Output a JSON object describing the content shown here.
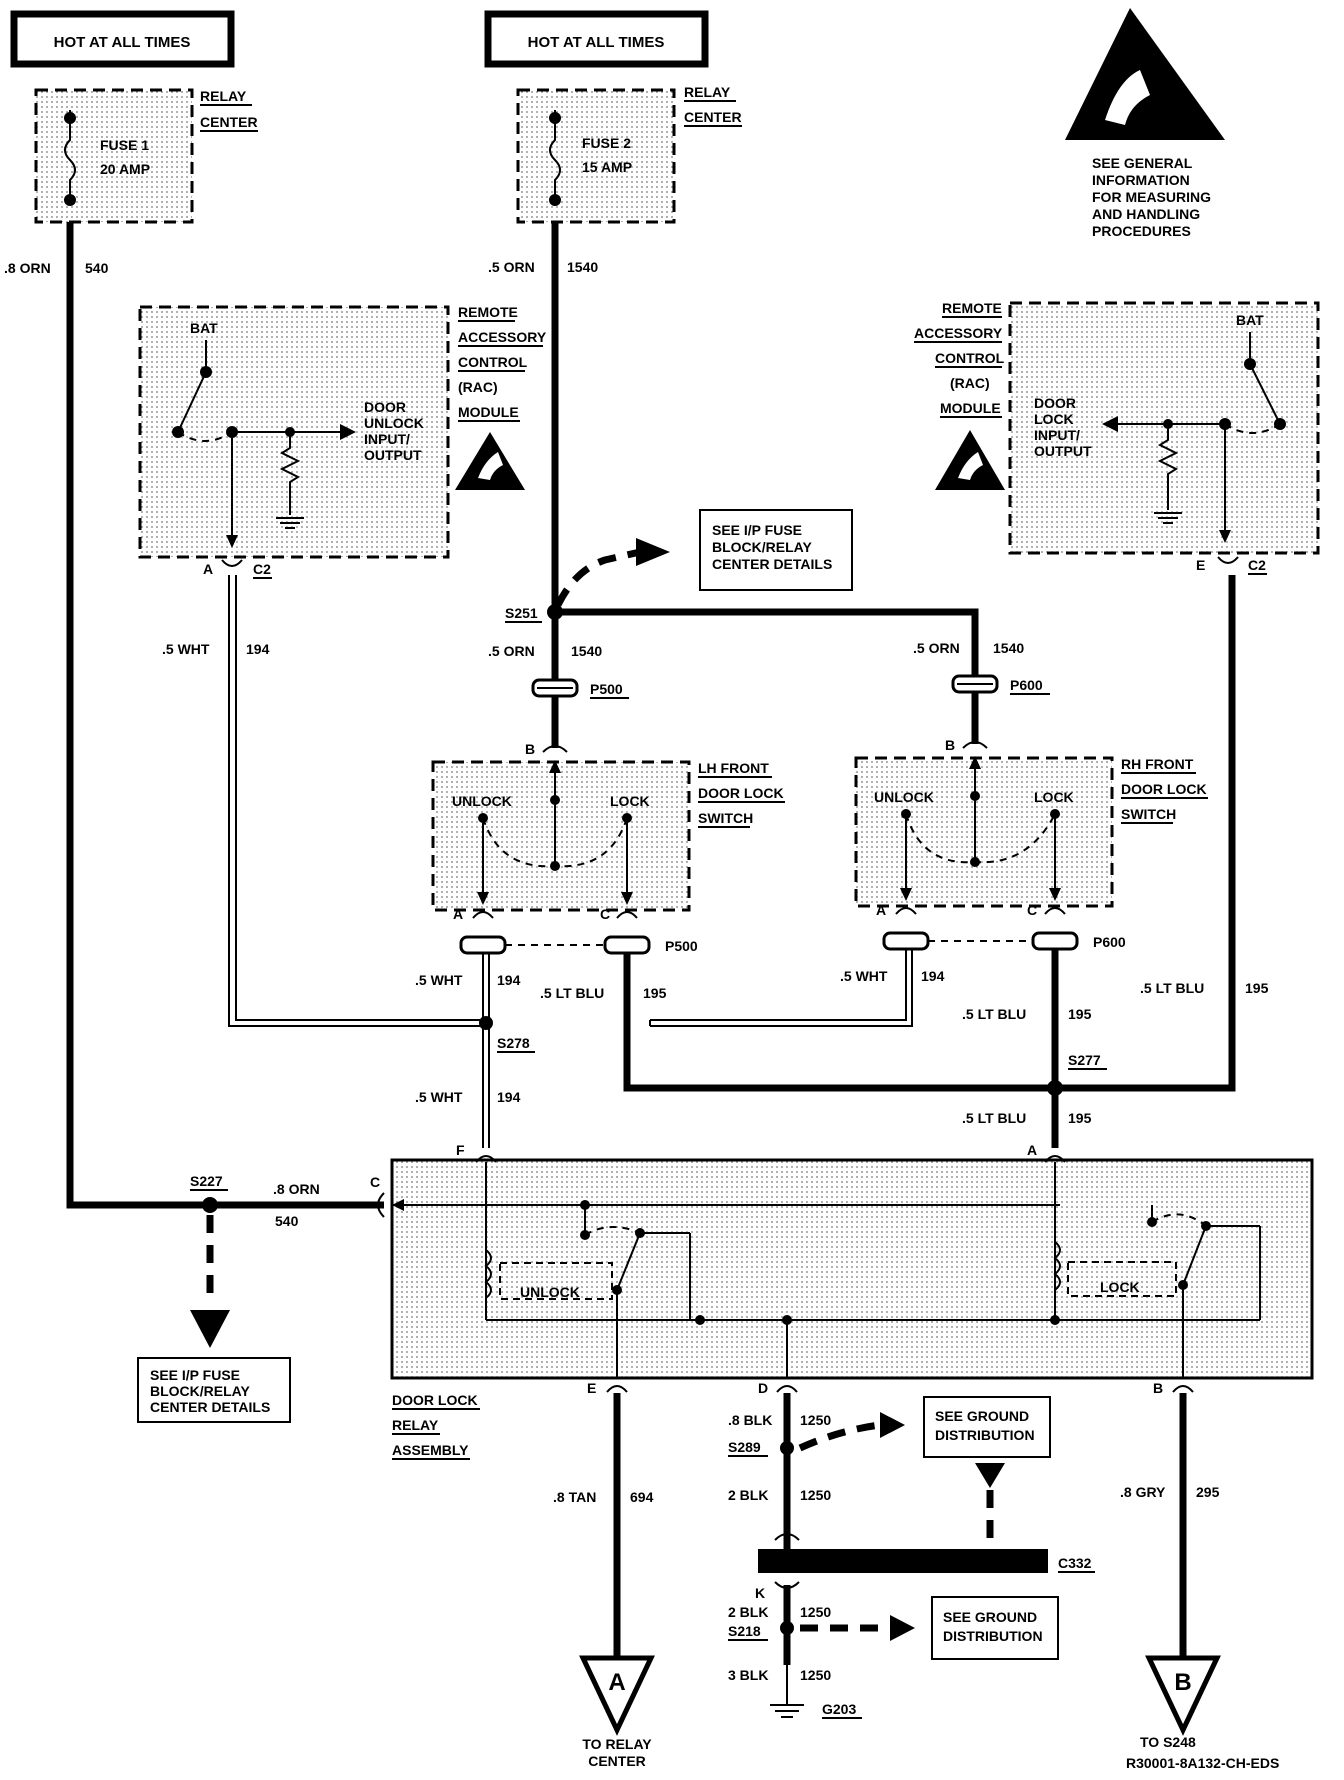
{
  "sources": {
    "left": "HOT AT ALL TIMES",
    "center": "HOT AT ALL TIMES"
  },
  "relay_center_1": [
    "RELAY",
    "CENTER"
  ],
  "relay_center_2": [
    "RELAY",
    "CENTER"
  ],
  "fuse1": {
    "name": "FUSE 1",
    "rating": "20 AMP"
  },
  "fuse2": {
    "name": "FUSE 2",
    "rating": "15 AMP"
  },
  "esd_note": [
    "SEE GENERAL",
    "INFORMATION",
    "FOR MEASURING",
    "AND HANDLING",
    "PROCEDURES"
  ],
  "rac_left": {
    "label": [
      "REMOTE",
      "ACCESSORY",
      "CONTROL",
      "(RAC)",
      "MODULE"
    ],
    "bat": "BAT",
    "io": [
      "DOOR",
      "UNLOCK",
      "INPUT/",
      "OUTPUT"
    ],
    "pin": "A",
    "conn": "C2"
  },
  "rac_right": {
    "label": [
      "REMOTE",
      "ACCESSORY",
      "CONTROL",
      "(RAC)",
      "MODULE"
    ],
    "bat": "BAT",
    "io": [
      "DOOR",
      "LOCK",
      "INPUT/",
      "OUTPUT"
    ],
    "pin": "E",
    "conn": "C2"
  },
  "ip_fuse_ref": [
    "SEE I/P FUSE",
    "BLOCK/RELAY",
    "CENTER DETAILS"
  ],
  "ip_fuse_ref2": [
    "SEE I/P FUSE",
    "BLOCK/RELAY",
    "CENTER DETAILS"
  ],
  "splices": {
    "s251": "S251",
    "s278": "S278",
    "s277": "S277",
    "s227": "S227",
    "s289": "S289",
    "s218": "S218"
  },
  "wires": {
    "w540_size": ".8 ORN",
    "w540_num": "540",
    "w1540_size": ".5 ORN",
    "w1540_num": "1540",
    "w1540a_size": ".5 ORN",
    "w1540a_num": "1540",
    "w1540b_size": ".5 ORN",
    "w1540b_num": "1540",
    "w194a_size": ".5 WHT",
    "w194a_num": "194",
    "w194b_size": ".5 WHT",
    "w194b_num": "194",
    "w194c_size": ".5 WHT",
    "w194c_num": "194",
    "w194d_size": ".5 WHT",
    "w194d_num": "194",
    "w195a_size": ".5 LT BLU",
    "w195a_num": "195",
    "w195b_size": ".5 LT BLU",
    "w195b_num": "195",
    "w195c_size": ".5 LT BLU",
    "w195c_num": "195",
    "w195d_size": ".5 LT BLU",
    "w195d_num": "195",
    "w540b_size": ".8 ORN",
    "w540b_num": "540",
    "w694_size": ".8 TAN",
    "w694_num": "694",
    "w1250a_size": ".8 BLK",
    "w1250a_num": "1250",
    "w1250b_size": "2 BLK",
    "w1250b_num": "1250",
    "w1250c_size": "2 BLK",
    "w1250c_num": "1250",
    "w1250d_size": "3 BLK",
    "w1250d_num": "1250",
    "w295_size": ".8 GRY",
    "w295_num": "295"
  },
  "connectors": {
    "p500a": "P500",
    "p600a": "P600",
    "p500b": "P500",
    "p600b": "P600",
    "c332": "C332",
    "g203": "G203"
  },
  "lh_switch": {
    "label": [
      "LH FRONT",
      "DOOR LOCK",
      "SWITCH"
    ],
    "unlock": "UNLOCK",
    "lock": "LOCK",
    "pin_b": "B",
    "pin_a": "A",
    "pin_c": "C"
  },
  "rh_switch": {
    "label": [
      "RH FRONT",
      "DOOR LOCK",
      "SWITCH"
    ],
    "unlock": "UNLOCK",
    "lock": "LOCK",
    "pin_b": "B",
    "pin_a": "A",
    "pin_c": "C"
  },
  "relay_assy": {
    "label": [
      "DOOR LOCK",
      "RELAY",
      "ASSEMBLY"
    ],
    "unlock": "UNLOCK",
    "lock": "LOCK",
    "pin_f": "F",
    "pin_a": "A",
    "pin_c": "C",
    "pin_e": "E",
    "pin_d": "D",
    "pin_b": "B",
    "pin_k": "K"
  },
  "ground_ref1": [
    "SEE GROUND",
    "DISTRIBUTION"
  ],
  "ground_ref2": [
    "SEE GROUND",
    "DISTRIBUTION"
  ],
  "off_page_a": {
    "letter": "A",
    "dest": [
      "TO RELAY",
      "CENTER"
    ]
  },
  "off_page_b": {
    "letter": "B",
    "dest": [
      "TO S248"
    ]
  },
  "figure_id": "R30001-8A132-CH-EDS"
}
